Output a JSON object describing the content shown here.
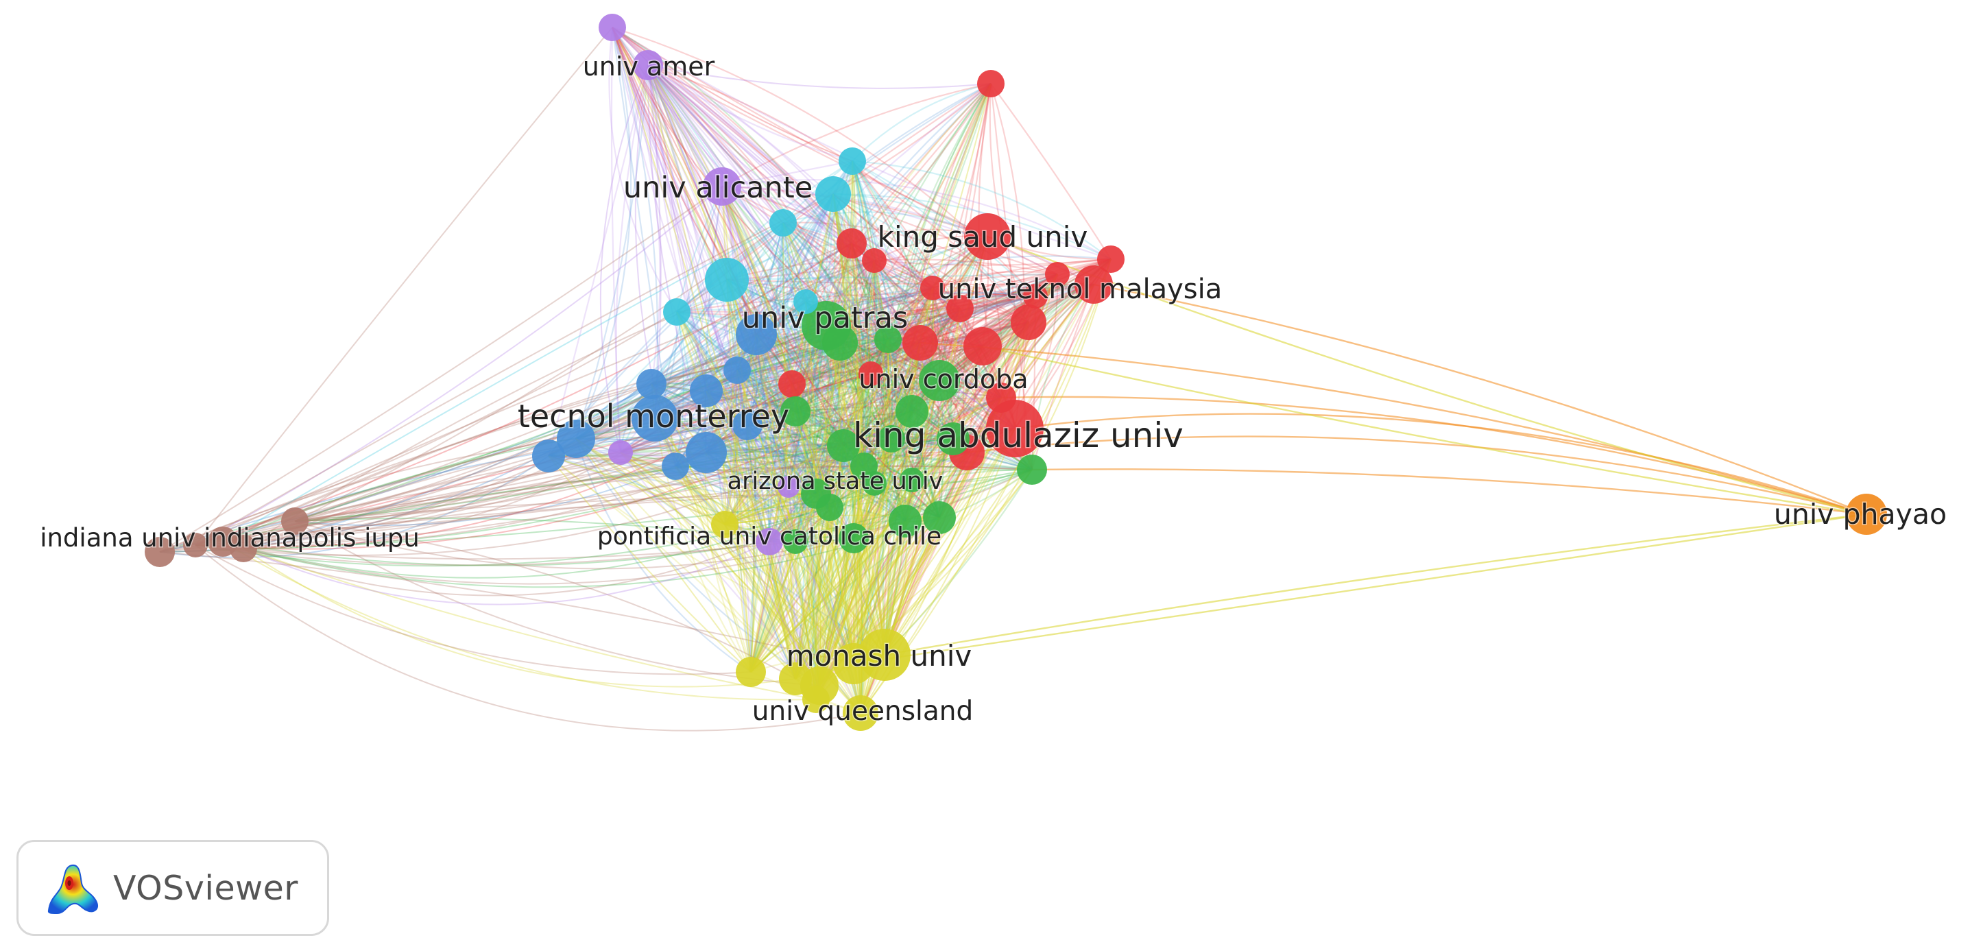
{
  "app": {
    "name": "VOSviewer"
  },
  "colors": {
    "cluster_red": "#e8383d",
    "cluster_green": "#3bb54a",
    "cluster_blue": "#4a8fd6",
    "cluster_yellow": "#d8d42a",
    "cluster_purple": "#b07ee6",
    "cluster_cyan": "#3cc6dc",
    "cluster_orange": "#f28a1c",
    "cluster_brown": "#b07a6e"
  },
  "network": {
    "labeled_nodes": [
      {
        "id": "king-abdulaziz-univ",
        "label": "king abdulaziz univ",
        "cluster": "red"
      },
      {
        "id": "king-saud-univ",
        "label": "king saud univ",
        "cluster": "red"
      },
      {
        "id": "univ-teknol-malaysia",
        "label": "univ teknol malaysia",
        "cluster": "red"
      },
      {
        "id": "univ-patras",
        "label": "univ patras",
        "cluster": "green"
      },
      {
        "id": "univ-cordoba",
        "label": "univ cordoba",
        "cluster": "green"
      },
      {
        "id": "arizona-state-univ",
        "label": "arizona state univ",
        "cluster": "green"
      },
      {
        "id": "tecnol-monterrey",
        "label": "tecnol monterrey",
        "cluster": "blue"
      },
      {
        "id": "univ-alicante",
        "label": "univ alicante",
        "cluster": "purple"
      },
      {
        "id": "univ-amer",
        "label": "univ amer",
        "cluster": "purple"
      },
      {
        "id": "pontificia-univ-catolica-chile",
        "label": "pontificia univ catolica chile",
        "cluster": "purple"
      },
      {
        "id": "monash-univ",
        "label": "monash univ",
        "cluster": "yellow"
      },
      {
        "id": "univ-queensland",
        "label": "univ queensland",
        "cluster": "yellow"
      },
      {
        "id": "indiana-univ-indianapolis-iupu",
        "label": "indiana univ indianapolis iupu",
        "cluster": "brown"
      },
      {
        "id": "univ-phayao",
        "label": "univ phayao",
        "cluster": "orange"
      }
    ]
  }
}
